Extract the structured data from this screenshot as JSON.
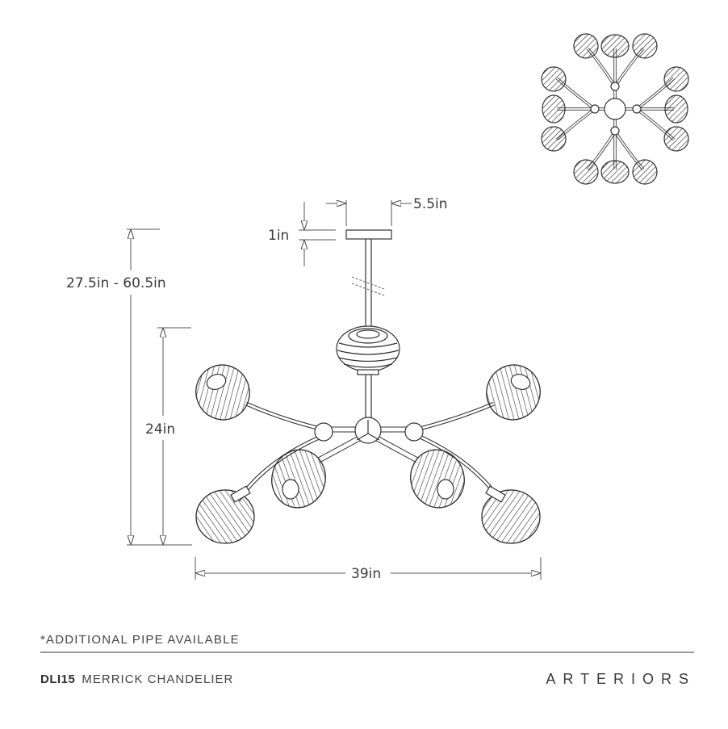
{
  "spec_sheet": {
    "footnote": "*ADDITIONAL PIPE AVAILABLE",
    "product_code": "DLI15",
    "product_name": "MERRICK CHANDELIER",
    "brand": "ARTERIORS"
  },
  "dimensions": {
    "canopy_width": "5.5in",
    "canopy_height": "1in",
    "overall_height": "27.5in - 60.5in",
    "fixture_height": "24in",
    "fixture_width": "39in"
  },
  "views": {
    "top_view": "plan view of chandelier (12 shades)",
    "front_view": "elevation view of chandelier"
  },
  "colors": {
    "line": "#3a3a3a",
    "rule": "#9a9a9a",
    "background": "#ffffff"
  }
}
